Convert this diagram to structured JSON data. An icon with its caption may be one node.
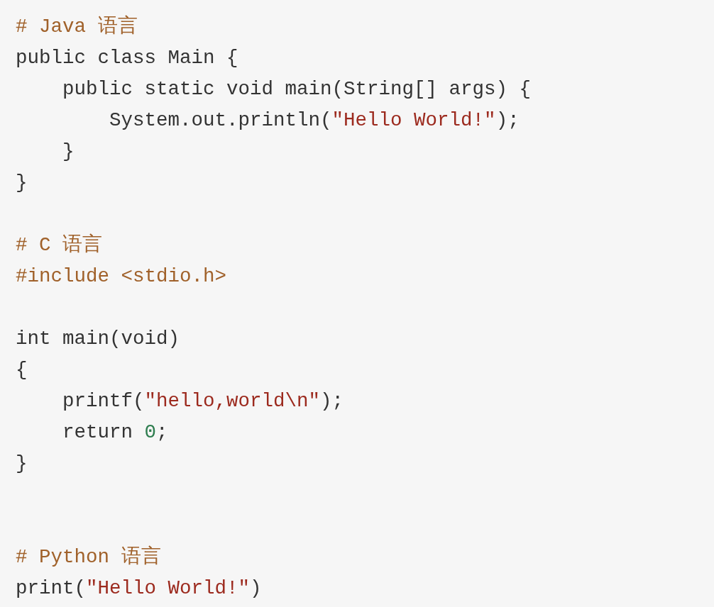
{
  "diagram": {
    "labels": [
      "# Java 语言",
      "public class Main {",
      "    public static void main(String[] args) {",
      "        System.out.println(\"Hello World!\");",
      "    }",
      "}",
      "# C 语言",
      "#include <stdio.h>",
      "int main(void)",
      "{",
      "    printf(\"hello,world\\n\");",
      "    return 0;",
      "}",
      "# Python 语言",
      "print(\"Hello World!\")"
    ]
  }
}
